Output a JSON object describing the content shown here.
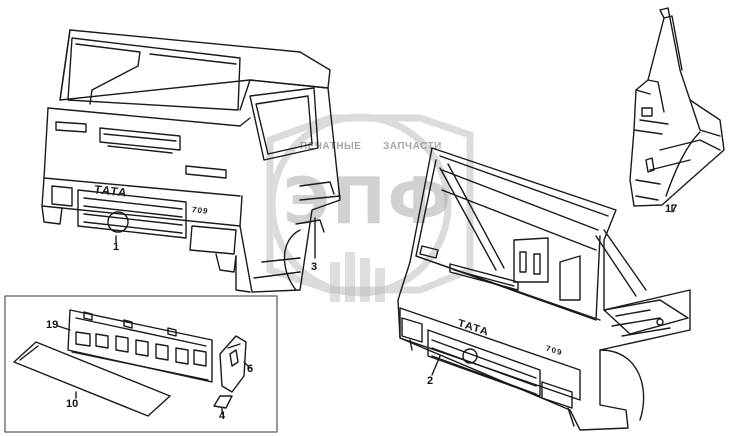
{
  "watermark": {
    "text_left": "ПЕЧАТНЫЕ",
    "text_right": "ЗАПЧАСТИ",
    "letters": "ЭПФ",
    "color": "#9a9a9a"
  },
  "brand": {
    "grille_label": "TATA",
    "model_badge": "709"
  },
  "callouts": {
    "c1": "1",
    "c2": "2",
    "c3": "3",
    "c4": "4",
    "c6": "6",
    "c10": "10",
    "c17": "17",
    "c19": "19"
  }
}
